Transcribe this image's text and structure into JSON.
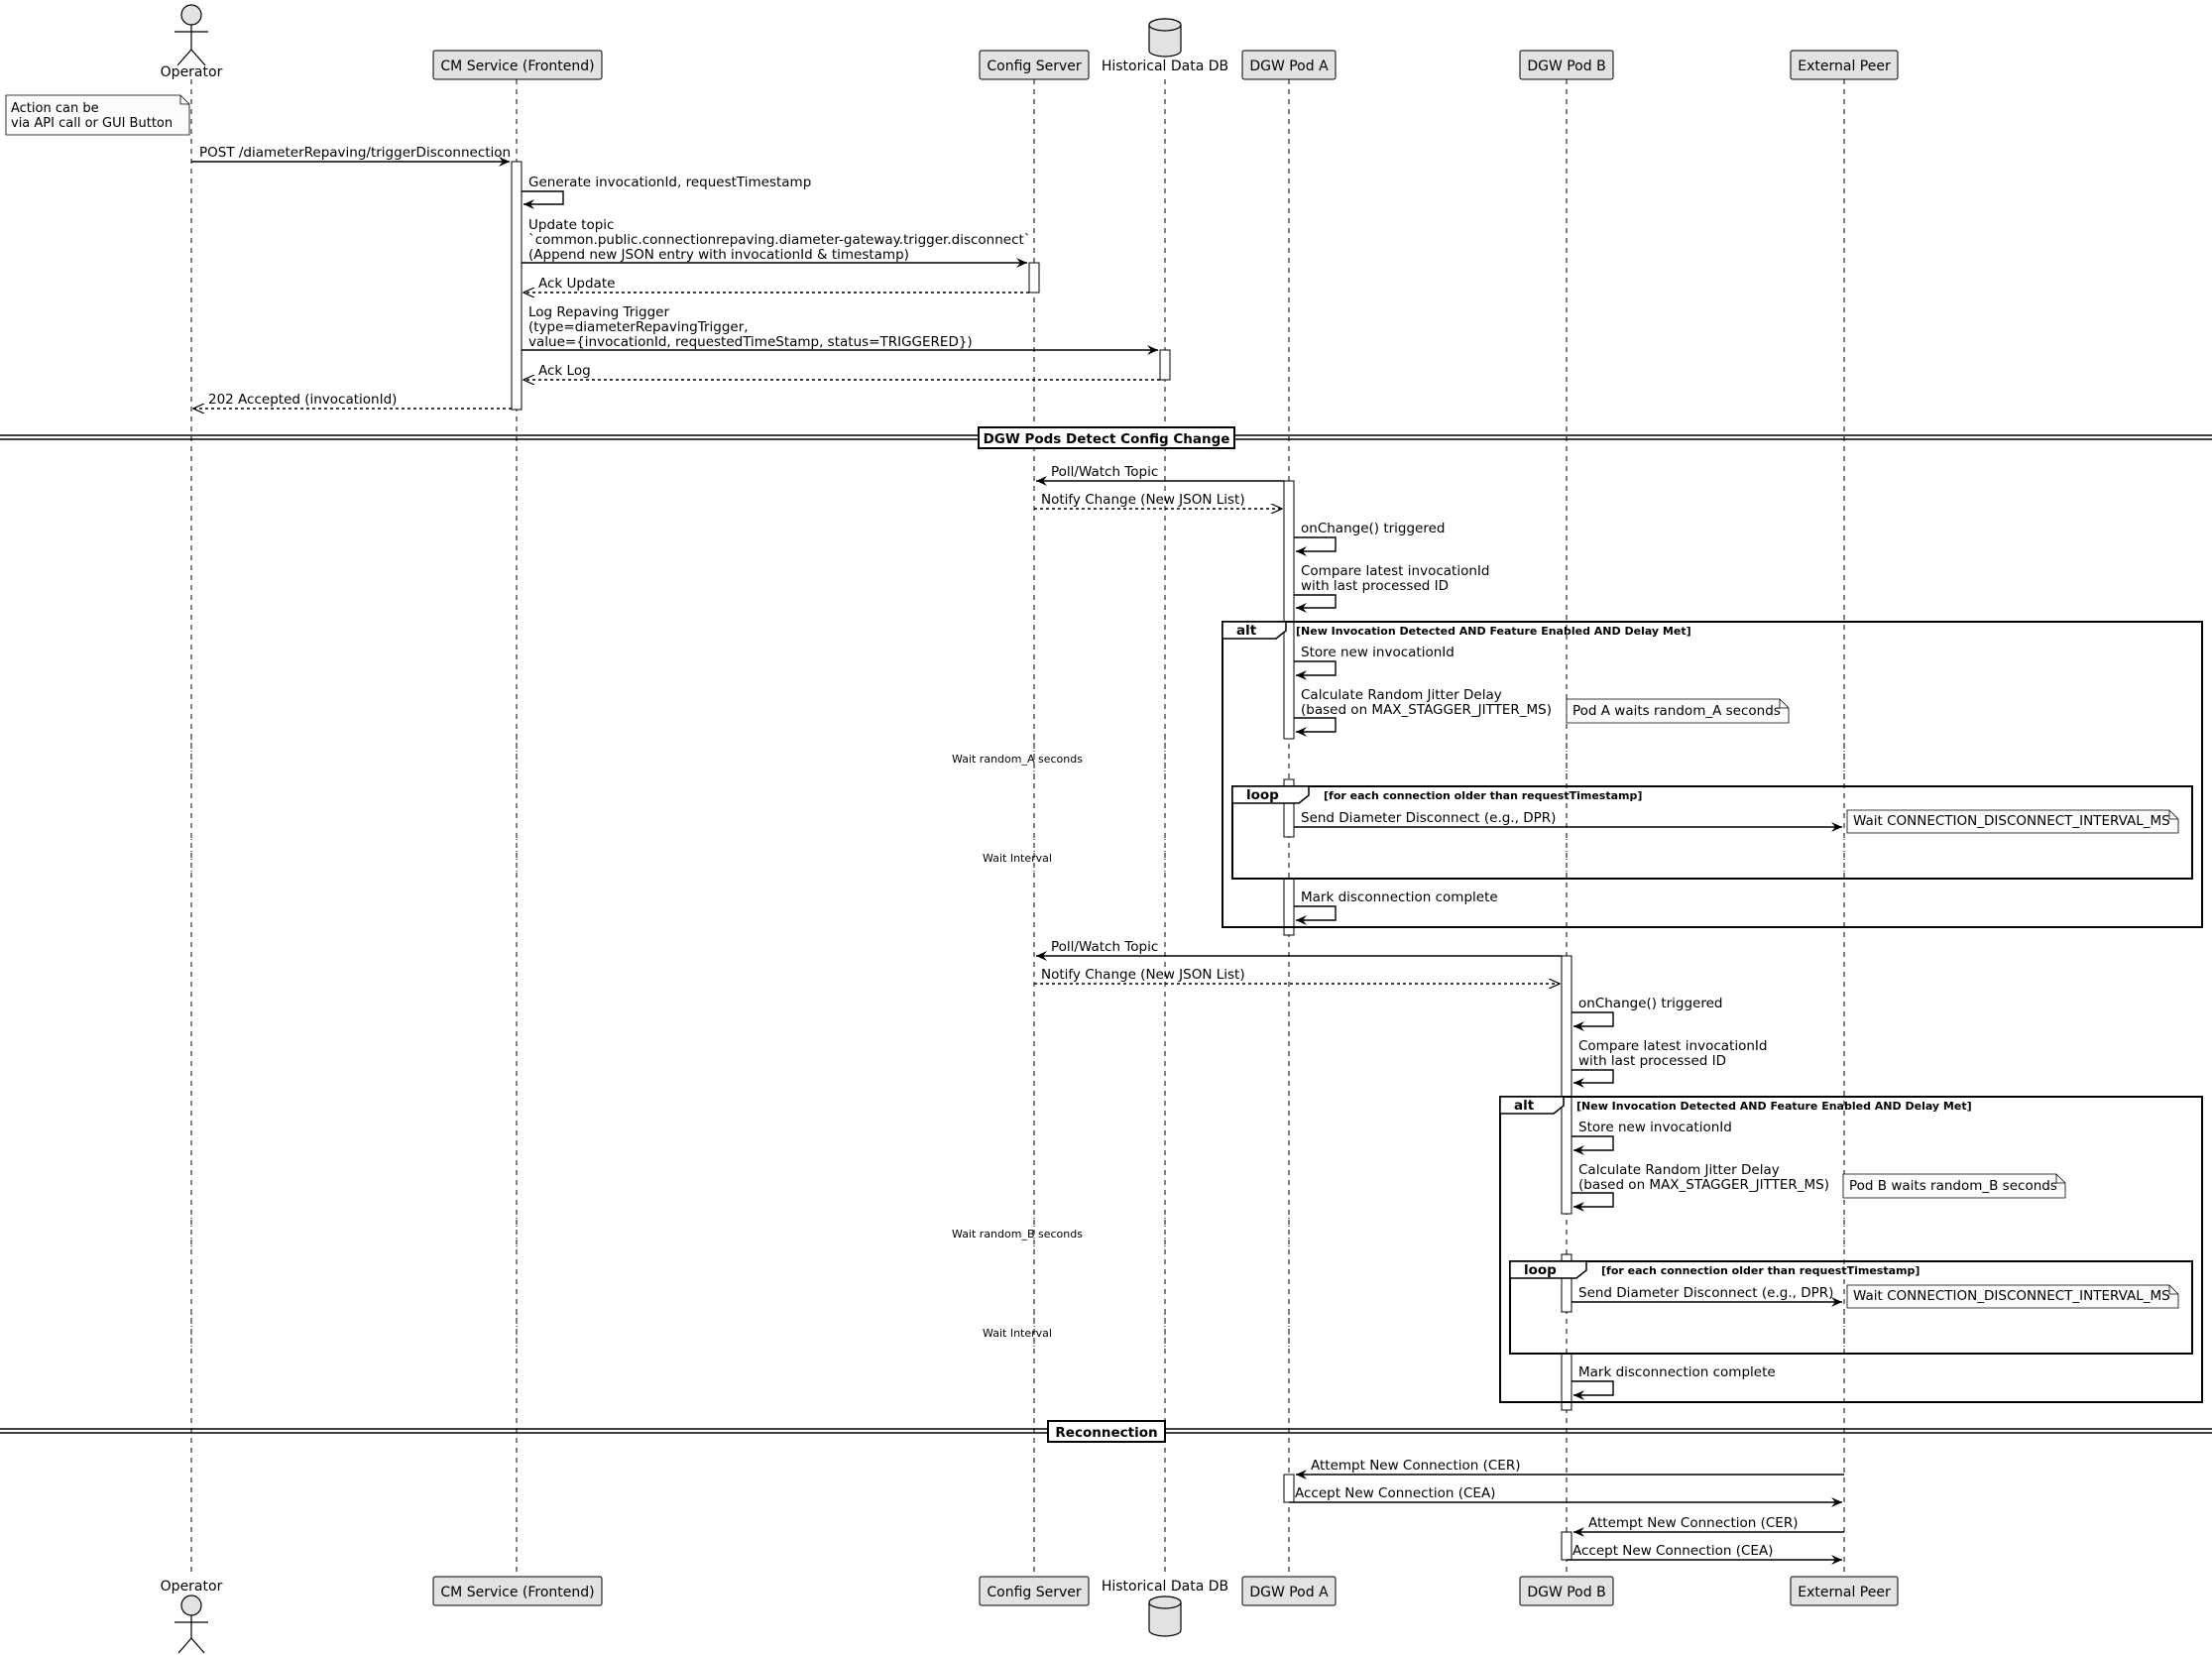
{
  "participants": {
    "operator": "Operator",
    "cm": "CM Service (Frontend)",
    "config": "Config Server",
    "hist": "Historical Data DB",
    "poda": "DGW Pod A",
    "podb": "DGW Pod B",
    "peer": "External Peer"
  },
  "notes": {
    "action": [
      "Action can be",
      "via API call or GUI Button"
    ],
    "pod_a_wait": "Pod A waits random_A seconds",
    "pod_b_wait": "Pod B waits random_B seconds",
    "wait_interval_a": "Wait CONNECTION_DISCONNECT_INTERVAL_MS",
    "wait_interval_b": "Wait CONNECTION_DISCONNECT_INTERVAL_MS"
  },
  "messages": {
    "post": "POST /diameterRepaving/triggerDisconnection",
    "gen": "Generate invocationId, requestTimestamp",
    "update": [
      "Update topic",
      "`common.public.connectionrepaving.diameter-gateway.trigger.disconnect`",
      "(Append new JSON entry with invocationId & timestamp)"
    ],
    "ack_update": "Ack Update",
    "log": [
      "Log Repaving Trigger",
      "(type=diameterRepavingTrigger,",
      "value={invocationId, requestedTimeStamp, status=TRIGGERED})"
    ],
    "ack_log": "Ack Log",
    "accepted": "202 Accepted (invocationId)",
    "a_poll": "Poll/Watch Topic",
    "a_notify": "Notify Change (New JSON List)",
    "a_onchange": "onChange() triggered",
    "a_compare": [
      "Compare latest invocationId",
      "with last processed ID"
    ],
    "a_store": "Store new invocationId",
    "a_calc": [
      "Calculate Random Jitter Delay",
      "(based on MAX_STAGGER_JITTER_MS)"
    ],
    "a_send": "Send Diameter Disconnect (e.g., DPR)",
    "a_mark": "Mark disconnection complete",
    "b_poll": "Poll/Watch Topic",
    "b_notify": "Notify Change (New JSON List)",
    "b_onchange": "onChange() triggered",
    "b_compare": [
      "Compare latest invocationId",
      "with last processed ID"
    ],
    "b_store": "Store new invocationId",
    "b_calc": [
      "Calculate Random Jitter Delay",
      "(based on MAX_STAGGER_JITTER_MS)"
    ],
    "b_send": "Send Diameter Disconnect (e.g., DPR)",
    "b_mark": "Mark disconnection complete",
    "cer_a": "Attempt New Connection (CER)",
    "cea_a": "Accept New Connection (CEA)",
    "cer_b": "Attempt New Connection (CER)",
    "cea_b": "Accept New Connection (CEA)"
  },
  "dividers": {
    "detect": "DGW Pods Detect Config Change",
    "reconnect": "Reconnection"
  },
  "fragments": {
    "alt_keyword": "alt",
    "loop_keyword": "loop",
    "alt_a_guard": "[New Invocation Detected AND Feature Enabled AND Delay Met]",
    "loop_a_guard": "[for each connection older than requestTimestamp]",
    "alt_b_guard": "[New Invocation Detected AND Feature Enabled AND Delay Met]",
    "loop_b_guard": "[for each connection older than requestTimestamp]"
  },
  "delays": {
    "wait_a": "Wait random_A seconds",
    "interval_a": "Wait Interval",
    "wait_b": "Wait random_B seconds",
    "interval_b": "Wait Interval"
  }
}
